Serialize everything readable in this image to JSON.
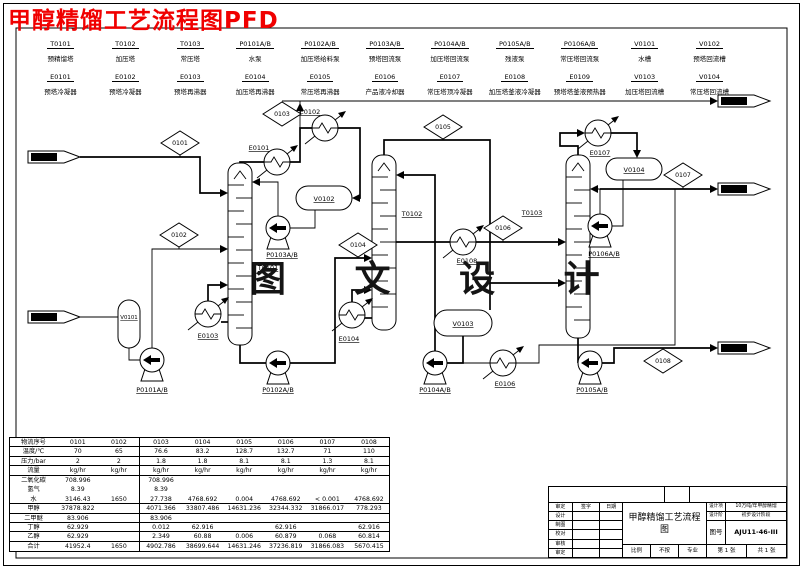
{
  "page": {
    "title": "甲醇精馏工艺流程图PFD"
  },
  "equipment_list": {
    "row1": [
      {
        "tag": "T0101",
        "name": "预精馏塔"
      },
      {
        "tag": "T0102",
        "name": "加压塔"
      },
      {
        "tag": "T0103",
        "name": "常压塔"
      },
      {
        "tag": "P0101A/B",
        "name": "水泵"
      },
      {
        "tag": "P0102A/B",
        "name": "加压塔给料泵"
      },
      {
        "tag": "P0103A/B",
        "name": "预塔回流泵"
      },
      {
        "tag": "P0104A/B",
        "name": "加压塔回流泵"
      },
      {
        "tag": "P0105A/B",
        "name": "残液泵"
      },
      {
        "tag": "P0106A/B",
        "name": "常压塔回流泵"
      },
      {
        "tag": "V0101",
        "name": "水槽"
      },
      {
        "tag": "V0102",
        "name": "预塔回流槽"
      }
    ],
    "row2": [
      {
        "tag": "E0101",
        "name": "预塔冷凝器"
      },
      {
        "tag": "E0102",
        "name": "预塔冷凝器"
      },
      {
        "tag": "E0103",
        "name": "预塔再沸器"
      },
      {
        "tag": "E0104",
        "name": "加压塔再沸器"
      },
      {
        "tag": "E0105",
        "name": "常压塔再沸器"
      },
      {
        "tag": "E0106",
        "name": "产品液冷却器"
      },
      {
        "tag": "E0107",
        "name": "常压塔顶冷凝器"
      },
      {
        "tag": "E0108",
        "name": "加压塔釜液冷凝器"
      },
      {
        "tag": "E0109",
        "name": "预塔塔釜液预热器"
      },
      {
        "tag": "V0103",
        "name": "加压塔回流槽"
      },
      {
        "tag": "V0104",
        "name": "常压塔回流槽"
      }
    ]
  },
  "diagram": {
    "watermark": "图 文 设 计",
    "columns": {
      "t0101": "T0101",
      "t0102": "T0102",
      "t0103": "T0103"
    },
    "vessels": {
      "v0101": "V0101",
      "v0102": "V0102",
      "v0103": "V0103",
      "v0104": "V0104"
    },
    "pumps": {
      "p0101": "P0101A/B",
      "p0102": "P0102A/B",
      "p0103": "P0103A/B",
      "p0104": "P0104A/B",
      "p0105": "P0105A/B",
      "p0106": "P0106A/B"
    },
    "exchangers": {
      "e0101": "E0101",
      "e0102": "E0102",
      "e0103": "E0103",
      "e0104": "E0104",
      "e0106": "E0106",
      "e0107": "E0107",
      "e0108": "E0108"
    },
    "streams": {
      "s0101": "0101",
      "s0102": "0102",
      "s0103": "0103",
      "s0104": "0104",
      "s0105": "0105",
      "s0106": "0106",
      "s0107": "0107",
      "s0108": "0108"
    }
  },
  "stream_table": {
    "rows": [
      [
        "物流序号",
        "0101",
        "0102",
        "0103",
        "0104",
        "0105",
        "0106",
        "0107",
        "0108"
      ],
      [
        "温度/℃",
        "70",
        "65",
        "76.6",
        "83.2",
        "128.7",
        "132.7",
        "71",
        "110"
      ],
      [
        "压力/bar",
        "2",
        "2",
        "1.8",
        "1.8",
        "8.1",
        "8.1",
        "1.3",
        "8.1"
      ],
      [
        "流量",
        "kg/hr",
        "kg/hr",
        "kg/hr",
        "kg/hr",
        "kg/hr",
        "kg/hr",
        "kg/hr",
        "kg/hr"
      ],
      [
        "二氧化碳",
        "708.996",
        "",
        "708.996",
        "",
        "",
        "",
        "",
        ""
      ],
      [
        "氢气",
        "8.39",
        "",
        "8.39",
        "",
        "",
        "",
        "",
        ""
      ],
      [
        "水",
        "3146.43",
        "1650",
        "27.738",
        "4768.692",
        "0.004",
        "4768.692",
        "< 0.001",
        "4768.692"
      ],
      [
        "甲醇",
        "37878.822",
        "",
        "4071.366",
        "33807.486",
        "14631.236",
        "32344.332",
        "31866.017",
        "778.293"
      ],
      [
        "二甲醚",
        "83.906",
        "",
        "83.906",
        "",
        "",
        "",
        "",
        ""
      ],
      [
        "丁醇",
        "62.929",
        "",
        "0.012",
        "62.916",
        "",
        "62.916",
        "",
        "62.916"
      ],
      [
        "乙醇",
        "62.929",
        "",
        "2.349",
        "60.88",
        "0.006",
        "60.879",
        "0.068",
        "60.814"
      ],
      [
        "合计",
        "41952.4",
        "1650",
        "4902.786",
        "38699.644",
        "14631.246",
        "37236.819",
        "31866.083",
        "5670.415"
      ]
    ]
  },
  "title_block": {
    "sign_rows": [
      [
        "审定",
        "签字",
        "日期"
      ],
      [
        "设计",
        "",
        ""
      ],
      [
        "制图",
        "",
        ""
      ],
      [
        "校对",
        "",
        ""
      ],
      [
        "审核",
        "",
        ""
      ],
      [
        "审定",
        "",
        ""
      ]
    ],
    "drawing_title": "甲醇精馏工艺流程图",
    "scale_row": [
      "比例",
      "不按",
      "专业"
    ],
    "project_label": "设计项目",
    "project_value": "10万吨/年甲醇精馏",
    "stage_label": "设计阶段",
    "stage_value": "初步设计阶段",
    "dwg_no_label": "图号",
    "dwg_no_value": "AJU11-46-III",
    "sheet": "第 1 张",
    "sheets_total": "共 1 张"
  }
}
